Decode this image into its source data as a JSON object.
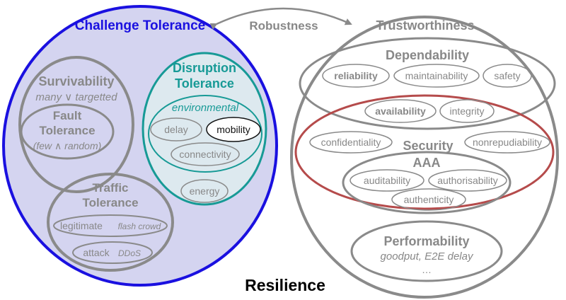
{
  "title": "Resilience",
  "robustness": "Robustness",
  "challenge_tolerance": {
    "title": "Challenge Tolerance",
    "survivability": {
      "title": "Survivability",
      "subtitle": "many ∨ targetted"
    },
    "fault_tolerance": {
      "title_line1": "Fault",
      "title_line2": "Tolerance",
      "subtitle": "(few ∧ random)"
    },
    "traffic_tolerance": {
      "title_line1": "Traffic",
      "title_line2": "Tolerance",
      "legitimate": "legitimate",
      "flash_crowd": "flash crowd",
      "attack": "attack",
      "ddos": "DDoS"
    },
    "disruption_tolerance": {
      "title_line1": "Disruption",
      "title_line2": "Tolerance",
      "environmental": "environmental",
      "delay": "delay",
      "mobility": "mobility",
      "connectivity": "connectivity",
      "energy": "energy"
    }
  },
  "trustworthiness": {
    "title": "Trustworthiness",
    "dependability": {
      "title": "Dependability",
      "reliability": "reliability",
      "maintainability": "maintainability",
      "safety": "safety",
      "availability": "availability",
      "integrity": "integrity"
    },
    "security": {
      "title": "Security",
      "confidentiality": "confidentiality",
      "nonrepudiability": "nonrepudiability",
      "aaa": {
        "title": "AAA",
        "auditability": "auditability",
        "authorisability": "authorisability",
        "authenticity": "authenticity"
      }
    },
    "performability": {
      "title": "Performability",
      "subtitle": "goodput, E2E delay",
      "more": "…"
    }
  },
  "colors": {
    "challenge_outline": "#1a10e0",
    "challenge_fill": "#d4d4f0",
    "disruption_outline": "#179a96",
    "disruption_fill": "#dde9ef",
    "gray_outline": "#8a8a8a",
    "security_outline": "#b54b4b",
    "text_gray": "#888888"
  }
}
